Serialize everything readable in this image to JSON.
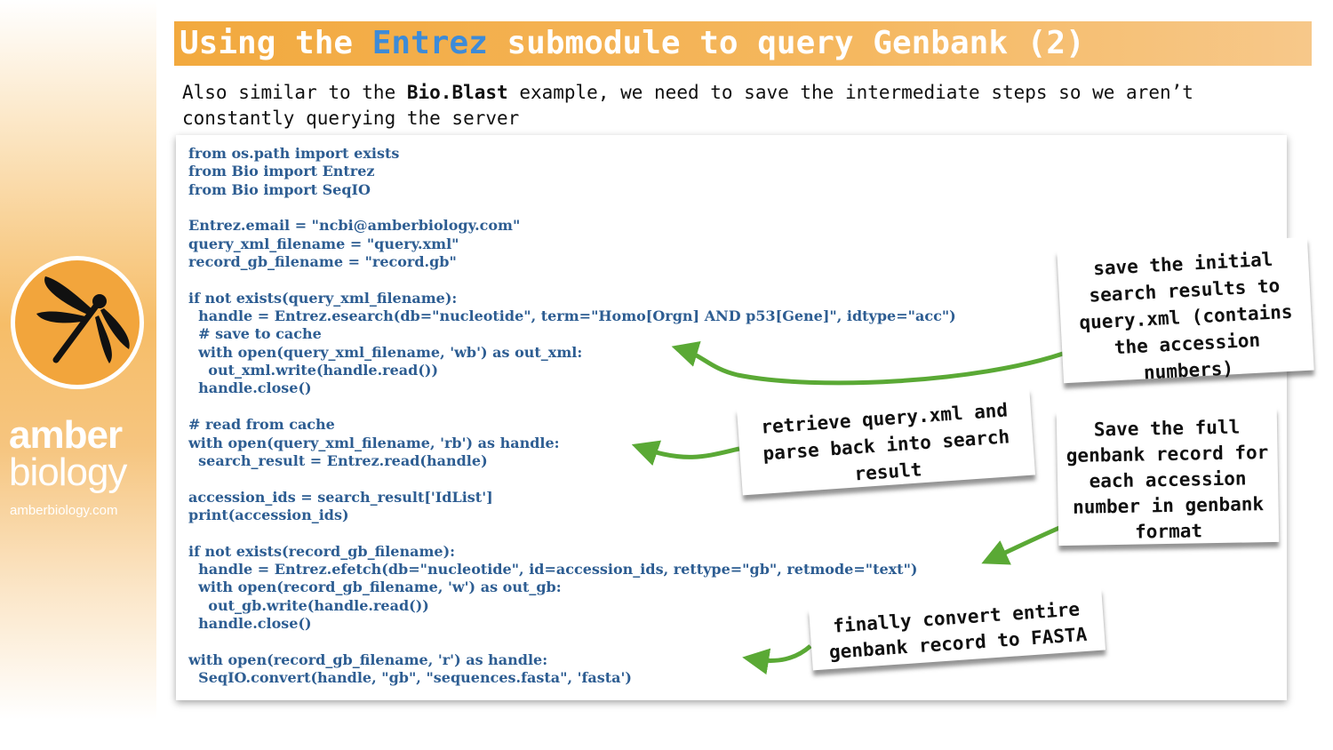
{
  "title": {
    "part1": "Using the ",
    "highlight": "Entrez",
    "part2": " submodule to query Genbank (2)"
  },
  "intro": {
    "pre": "Also similar to the ",
    "bold": "Bio.Blast",
    "post": " example, we need to save the intermediate steps so we aren’t constantly querying the server"
  },
  "code": "from os.path import exists\nfrom Bio import Entrez\nfrom Bio import SeqIO\n\nEntrez.email = \"ncbi@amberbiology.com\"\nquery_xml_filename = \"query.xml\"\nrecord_gb_filename = \"record.gb\"\n\nif not exists(query_xml_filename):\n  handle = Entrez.esearch(db=\"nucleotide\", term=\"Homo[Orgn] AND p53[Gene]\", idtype=\"acc\")\n  # save to cache\n  with open(query_xml_filename, 'wb') as out_xml:\n    out_xml.write(handle.read())\n  handle.close()\n\n# read from cache\nwith open(query_xml_filename, 'rb') as handle:\n  search_result = Entrez.read(handle)\n\naccession_ids = search_result['IdList']\nprint(accession_ids)\n\nif not exists(record_gb_filename):\n  handle = Entrez.efetch(db=\"nucleotide\", id=accession_ids, rettype=\"gb\", retmode=\"text\")\n  with open(record_gb_filename, 'w') as out_gb:\n    out_gb.write(handle.read())\n  handle.close()\n\nwith open(record_gb_filename, 'r') as handle:\n  SeqIO.convert(handle, \"gb\", \"sequences.fasta\", 'fasta')",
  "notes": {
    "save_cache": "save the initial search results to query.xml (contains the accession numbers)",
    "retrieve": "retrieve query.xml and parse back into search result",
    "save_full": "Save the full genbank record for each accession number in genbank format",
    "convert": "finally convert entire genbank record to FASTA"
  },
  "branding": {
    "word1": "amber",
    "word2": "biology",
    "url": "amberbiology.com",
    "logo_icon": "dragonfly-icon"
  },
  "colors": {
    "accent_orange": "#f2a93e",
    "code_blue": "#2d5d92",
    "title_highlight": "#3d8bd8",
    "arrow_green": "#5aa935"
  }
}
